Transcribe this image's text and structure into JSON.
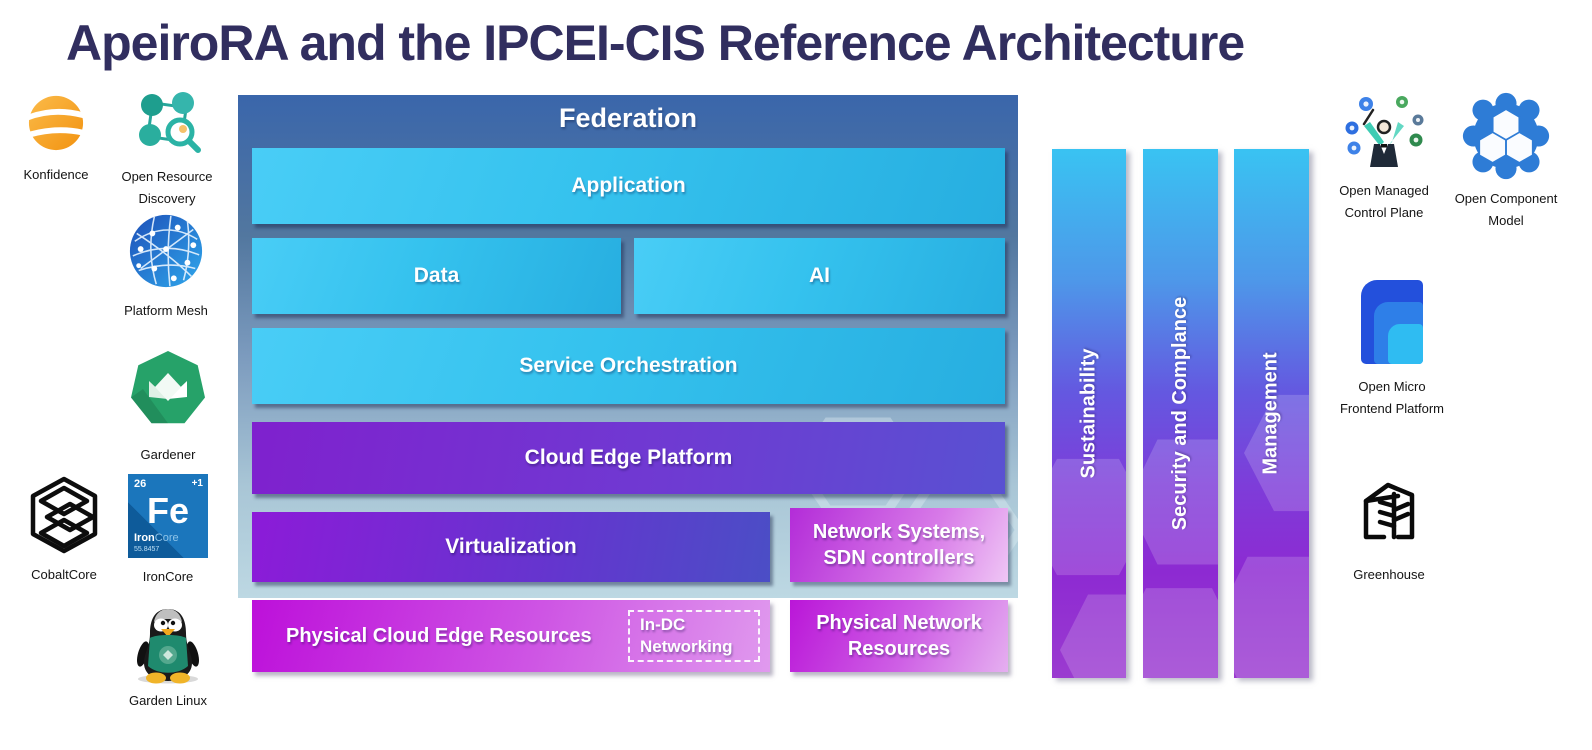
{
  "title": "ApeiroRA and the IPCEI-CIS Reference Architecture",
  "federation": {
    "label": "Federation"
  },
  "layers": {
    "application": "Application",
    "data": "Data",
    "ai": "AI",
    "service_orchestration": "Service Orchestration",
    "cloud_edge_platform": "Cloud Edge Platform",
    "virtualization": "Virtualization",
    "network_systems": {
      "line1": "Network Systems,",
      "line2": "SDN controllers"
    }
  },
  "foundation": {
    "physical_cloud_edge": "Physical Cloud Edge Resources",
    "in_dc": {
      "line1": "In-DC",
      "line2": "Networking"
    },
    "physical_network": {
      "line1": "Physical Network",
      "line2": "Resources"
    }
  },
  "pillars": [
    {
      "label": "Sustainability"
    },
    {
      "label": "Security and Complance"
    },
    {
      "label": "Management"
    }
  ],
  "left_logos": [
    {
      "icon": "konfidence-icon",
      "line1": "Konfidence",
      "line2": ""
    },
    {
      "icon": "open-resource-discovery-icon",
      "line1": "Open Resource",
      "line2": "Discovery"
    },
    {
      "icon": "platform-mesh-icon",
      "line1": "Platform Mesh",
      "line2": ""
    },
    {
      "icon": "gardener-icon",
      "line1": "Gardener",
      "line2": ""
    },
    {
      "icon": "cobaltcore-icon",
      "line1": "CobaltCore",
      "line2": ""
    },
    {
      "icon": "ironcore-icon",
      "line1": "IronCore",
      "line2": ""
    },
    {
      "icon": "garden-linux-icon",
      "line1": "Garden Linux",
      "line2": ""
    }
  ],
  "right_logos": [
    {
      "icon": "open-managed-control-plane-icon",
      "line1": "Open Managed",
      "line2": "Control Plane"
    },
    {
      "icon": "open-component-model-icon",
      "line1": "Open Component",
      "line2": "Model"
    },
    {
      "icon": "open-micro-frontend-platform-icon",
      "line1": "Open Micro",
      "line2": "Frontend Platform"
    },
    {
      "icon": "greenhouse-icon",
      "line1": "Greenhouse",
      "line2": ""
    }
  ],
  "ironcore_badge": {
    "number": "26",
    "charge": "+1",
    "symbol": "Fe",
    "name_bold": "Iron",
    "name_light": "Core",
    "mass": "55.8457"
  },
  "colors": {
    "title_text": "#312E5F",
    "container_top": "#3A66AB",
    "container_bottom": "#BDD8E3",
    "layer_cyan": "#35C2EE",
    "layer_purple": "#7F21CE",
    "layer_magenta": "#BD10DA",
    "pillar_top": "#39C3F2",
    "pillar_bottom": "#9B3BD0",
    "box_text": "#FFFFFF"
  }
}
